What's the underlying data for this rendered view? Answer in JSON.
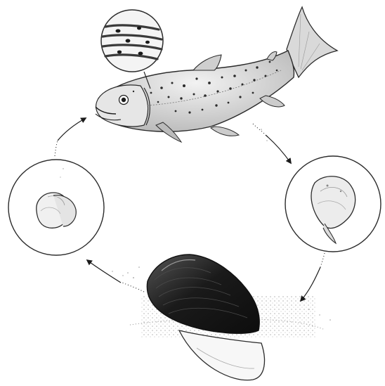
{
  "diagram": {
    "kind": "life-cycle",
    "stages": [
      {
        "id": "host-fish",
        "icon": "trout-icon",
        "detail": "gill-magnifier"
      },
      {
        "id": "juvenile-release",
        "icon": "juvenile-mussel-icon"
      },
      {
        "id": "adult",
        "icon": "adult-mussel-icon"
      },
      {
        "id": "larva",
        "icon": "glochidium-larva-icon"
      }
    ],
    "cycle_direction": "clockwise",
    "colors": {
      "ink": "#1a1a1a",
      "outline": "#2b2b2b",
      "shading": "#8c8c8c",
      "shell_dark": "#1c1c1c",
      "background": "#ffffff"
    }
  }
}
